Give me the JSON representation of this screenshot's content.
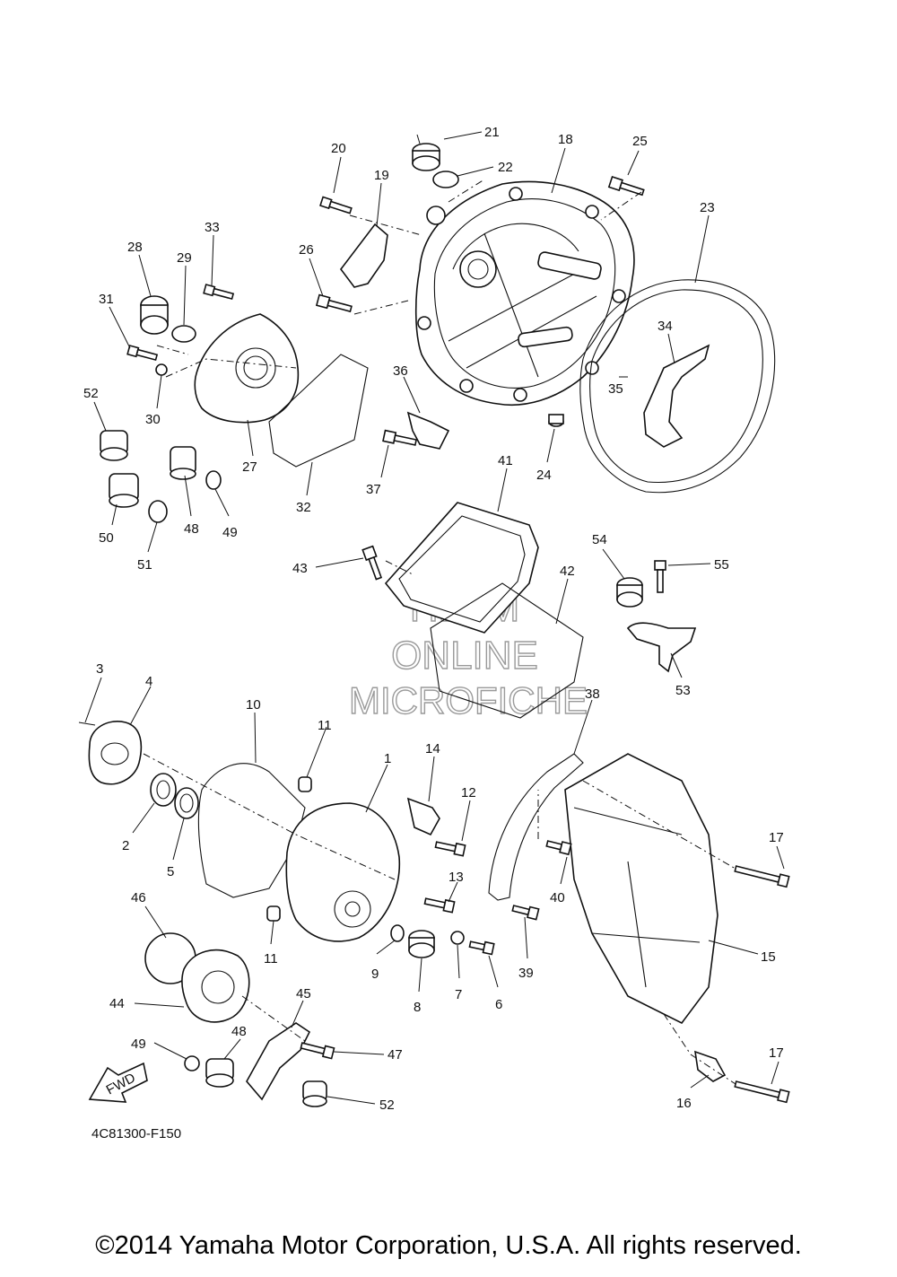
{
  "diagram": {
    "drawing_code": "4C81300-F150",
    "copyright": "©2014 Yamaha Motor Corporation, U.S.A. All rights reserved.",
    "watermark": [
      "HLSM",
      "ONLINE",
      "MICROFICHE"
    ],
    "fwd_label": "FWD",
    "callouts": [
      {
        "num": "21"
      },
      {
        "num": "18"
      },
      {
        "num": "25"
      },
      {
        "num": "20"
      },
      {
        "num": "22"
      },
      {
        "num": "19"
      },
      {
        "num": "23"
      },
      {
        "num": "33"
      },
      {
        "num": "28"
      },
      {
        "num": "29"
      },
      {
        "num": "26"
      },
      {
        "num": "31"
      },
      {
        "num": "34"
      },
      {
        "num": "30"
      },
      {
        "num": "52"
      },
      {
        "num": "36"
      },
      {
        "num": "35"
      },
      {
        "num": "27"
      },
      {
        "num": "24"
      },
      {
        "num": "37"
      },
      {
        "num": "41"
      },
      {
        "num": "32"
      },
      {
        "num": "48"
      },
      {
        "num": "49"
      },
      {
        "num": "50"
      },
      {
        "num": "51"
      },
      {
        "num": "54"
      },
      {
        "num": "55"
      },
      {
        "num": "43"
      },
      {
        "num": "42"
      },
      {
        "num": "53"
      },
      {
        "num": "3"
      },
      {
        "num": "4"
      },
      {
        "num": "38"
      },
      {
        "num": "10"
      },
      {
        "num": "11"
      },
      {
        "num": "1"
      },
      {
        "num": "14"
      },
      {
        "num": "12"
      },
      {
        "num": "2"
      },
      {
        "num": "17"
      },
      {
        "num": "5"
      },
      {
        "num": "13"
      },
      {
        "num": "40"
      },
      {
        "num": "46"
      },
      {
        "num": "15"
      },
      {
        "num": "11"
      },
      {
        "num": "9"
      },
      {
        "num": "39"
      },
      {
        "num": "7"
      },
      {
        "num": "6"
      },
      {
        "num": "8"
      },
      {
        "num": "44"
      },
      {
        "num": "45"
      },
      {
        "num": "49"
      },
      {
        "num": "48"
      },
      {
        "num": "47"
      },
      {
        "num": "17"
      },
      {
        "num": "16"
      },
      {
        "num": "52"
      }
    ]
  }
}
